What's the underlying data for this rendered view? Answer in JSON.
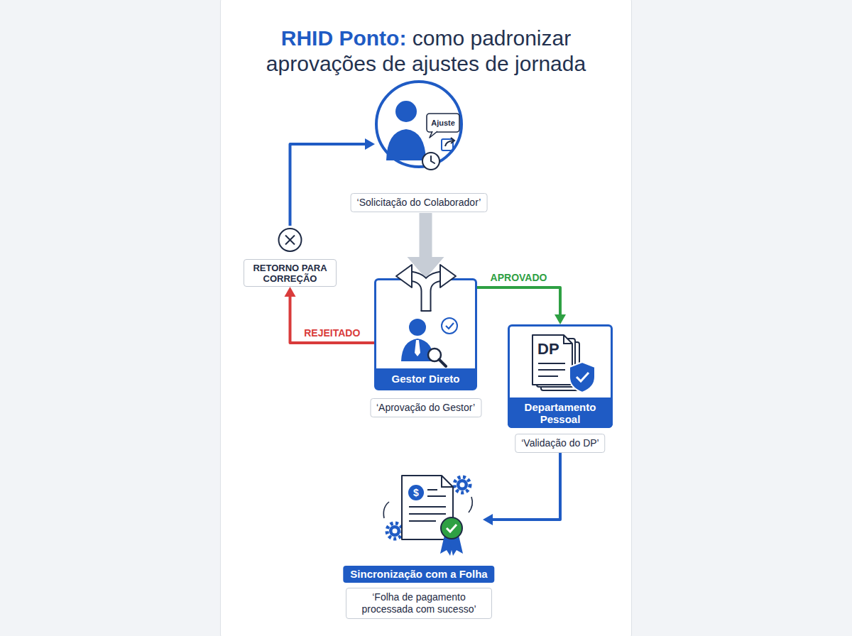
{
  "diagram": {
    "title": "RHID Ponto: como padronizar aprovações de ajustes de jornada",
    "nodes": [
      {
        "text": [
          "Ajuste",
          "‘Solicitação do Colaborador’"
        ]
      },
      {
        "text": [
          "RETORNO PARA CORREÇÃO"
        ]
      },
      {
        "text": [
          "Gestor Direto",
          "‘Aprovação do Gestor’"
        ]
      },
      {
        "text": [
          "Departamento Pessoal",
          "‘Validação do DP’"
        ]
      },
      {
        "text": [
          "Sincronização com a Folha",
          "‘Folha de pagamento processada com sucesso’"
        ]
      }
    ],
    "edges": [
      {
        "from": 0,
        "to": 2,
        "arrow": "to"
      },
      {
        "from": 2,
        "to": 3,
        "label": "APROVADO",
        "arrow": "to"
      },
      {
        "from": 2,
        "to": 1,
        "label": "REJEITADO",
        "arrow": "to"
      },
      {
        "from": 1,
        "to": 0,
        "arrow": "to"
      },
      {
        "from": 3,
        "to": 4,
        "arrow": "to"
      }
    ],
    "labels": [
      "DP",
      "$"
    ]
  }
}
